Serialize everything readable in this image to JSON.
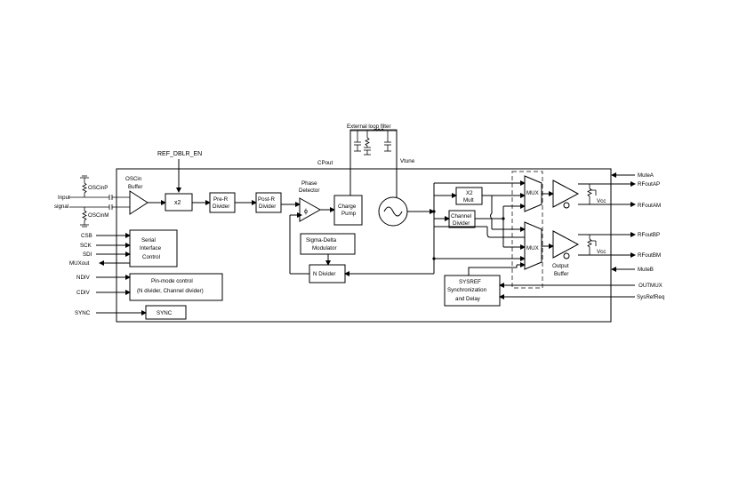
{
  "ref_dblr_en": "REF_DBLR_EN",
  "osc": {
    "p": "OSCinP",
    "n": "OSCinM",
    "buffer_1": "OSCin",
    "buffer_2": "Buffer",
    "input_1": "Input",
    "input_2": "signal"
  },
  "blocks": {
    "x2": "x2",
    "prer_1": "Pre-R",
    "prer_2": "Divider",
    "postr_1": "Post-R",
    "postr_2": "Divider",
    "pd_1": "Phase",
    "pd_2": "Detector",
    "pd_sym": "ϕ",
    "cp_1": "Charge",
    "cp_2": "Pump",
    "sd_1": "Sigma-Delta",
    "sd_2": "Modulator",
    "ndiv": "N Divider",
    "x2mult_1": "X2",
    "x2mult_2": "Mult",
    "chdiv_1": "Channel",
    "chdiv_2": "Divider",
    "mux": "MUX",
    "outbuf_1": "Output",
    "outbuf_2": "Buffer",
    "sysref_1": "SYSREF",
    "sysref_2": "Synchronization",
    "sysref_3": "and Delay",
    "sif_1": "Serial",
    "sif_2": "Interface",
    "sif_3": "Control",
    "pin_1": "Pin-mode control",
    "pin_2": "(N divider, Channel divider)",
    "sync": "SYNC"
  },
  "top": {
    "filter": "External loop filter",
    "cpout": "CPout",
    "vtune": "Vtune"
  },
  "left_pins": {
    "csb": "CSB",
    "sck": "SCK",
    "sdi": "SDI",
    "muxout": "MUXout",
    "ndiv": "NDIV",
    "cdiv": "CDIV",
    "sync": "SYNC"
  },
  "right_pins": {
    "mutea": "MuteA",
    "rfoutap": "RFoutAP",
    "rfoutam": "RFoutAM",
    "rfoutbp": "RFoutBP",
    "rfoutbm": "RFoutBM",
    "muteb": "MuteB",
    "outmux": "OUTMUX",
    "sysrefreq": "SysRefReq"
  },
  "vcc": "Vcc"
}
